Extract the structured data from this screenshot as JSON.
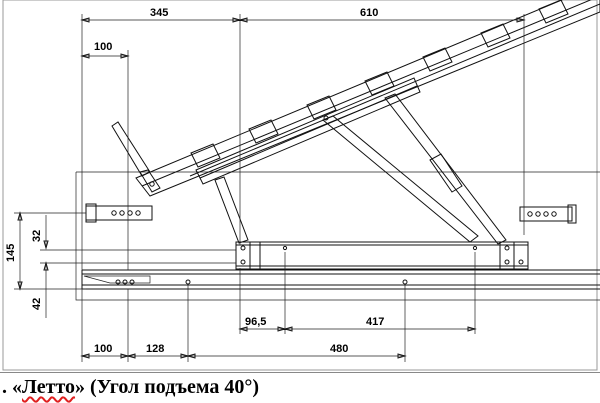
{
  "dimensions": {
    "top_345": "345",
    "top_610": "610",
    "upper_100": "100",
    "left_145": "145",
    "left_32": "32",
    "left_42": "42",
    "bottom_96_5": "96,5",
    "bottom_417": "417",
    "bottom_100": "100",
    "bottom_128": "128",
    "bottom_480": "480"
  },
  "caption": {
    "prefix": ". «",
    "name": "Летто",
    "suffix": "» (Угол подъема 40°)"
  }
}
